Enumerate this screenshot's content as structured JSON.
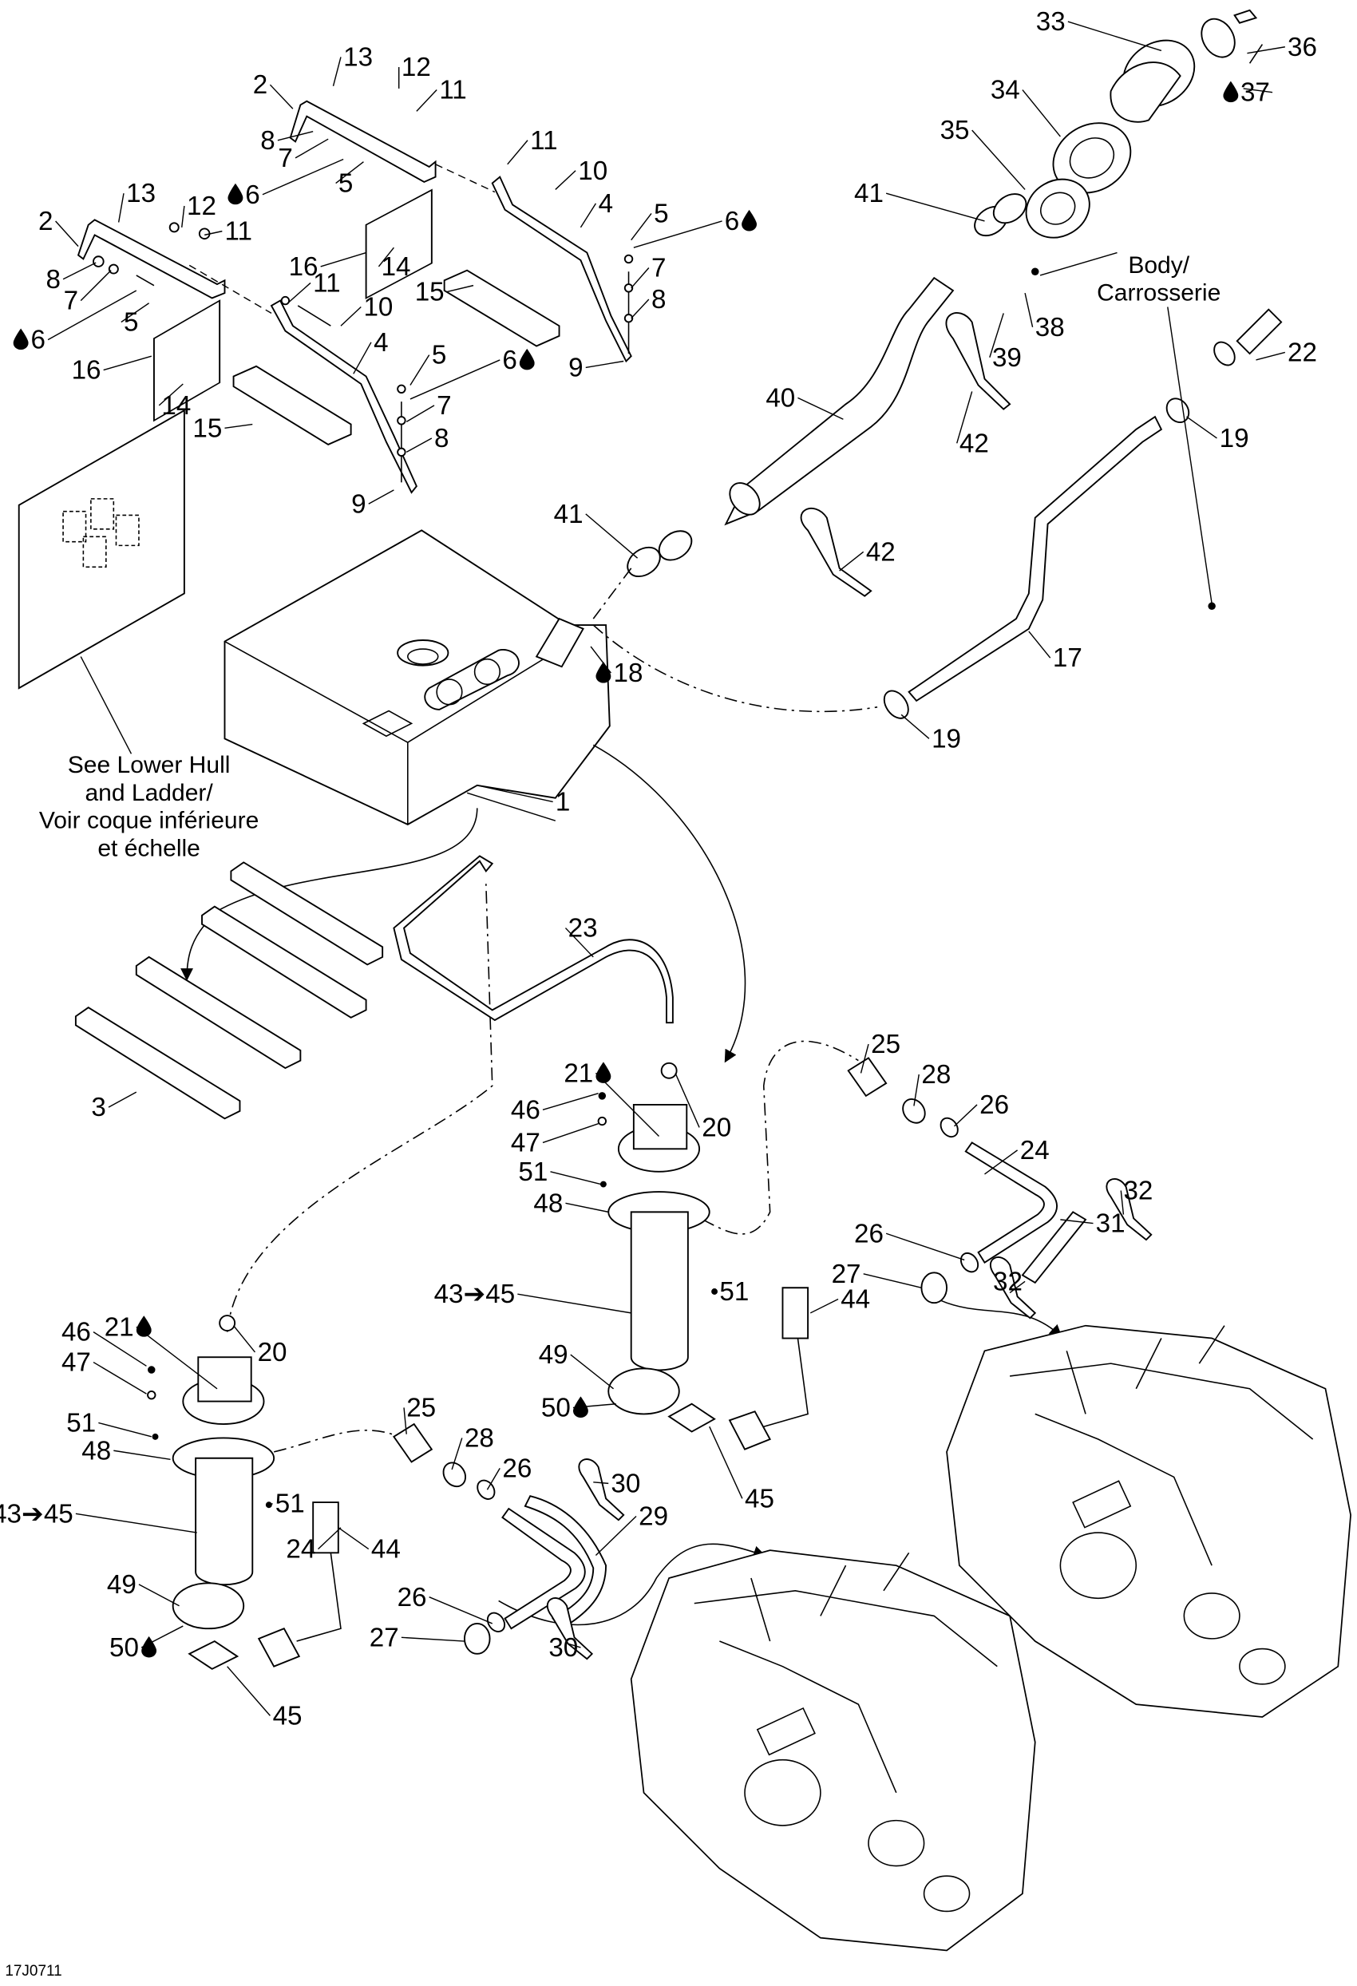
{
  "figure": {
    "title": "Fuel system exploded parts diagram",
    "figure_id": "17J0711",
    "drop_icon": "fluid-drop-icon",
    "arrow_glyph": "➔"
  },
  "notes": {
    "see_lower_hull": [
      "See Lower Hull",
      "and Ladder/",
      "Voir coque inférieure",
      "et échelle"
    ],
    "body": [
      "Body/",
      "Carrosserie"
    ]
  },
  "callouts": [
    {
      "id": "c1",
      "text": "1"
    },
    {
      "id": "c2a",
      "text": "2"
    },
    {
      "id": "c2b",
      "text": "2"
    },
    {
      "id": "c3",
      "text": "3"
    },
    {
      "id": "c4a",
      "text": "4"
    },
    {
      "id": "c4b",
      "text": "4"
    },
    {
      "id": "c5a",
      "text": "5"
    },
    {
      "id": "c5b",
      "text": "5"
    },
    {
      "id": "c5c",
      "text": "5"
    },
    {
      "id": "c5d",
      "text": "5"
    },
    {
      "id": "c6a",
      "text": "6",
      "drop": "left"
    },
    {
      "id": "c6b",
      "text": "6",
      "drop": "left"
    },
    {
      "id": "c6c",
      "text": "6",
      "drop": "right"
    },
    {
      "id": "c6d",
      "text": "6",
      "drop": "right"
    },
    {
      "id": "c7a",
      "text": "7"
    },
    {
      "id": "c7b",
      "text": "7"
    },
    {
      "id": "c7c",
      "text": "7"
    },
    {
      "id": "c7d",
      "text": "7"
    },
    {
      "id": "c8a",
      "text": "8"
    },
    {
      "id": "c8b",
      "text": "8"
    },
    {
      "id": "c8c",
      "text": "8"
    },
    {
      "id": "c8d",
      "text": "8"
    },
    {
      "id": "c9a",
      "text": "9"
    },
    {
      "id": "c9b",
      "text": "9"
    },
    {
      "id": "c10a",
      "text": "10"
    },
    {
      "id": "c10b",
      "text": "10"
    },
    {
      "id": "c11a",
      "text": "11"
    },
    {
      "id": "c11b",
      "text": "11"
    },
    {
      "id": "c11c",
      "text": "11"
    },
    {
      "id": "c11d",
      "text": "11"
    },
    {
      "id": "c12a",
      "text": "12"
    },
    {
      "id": "c12b",
      "text": "12"
    },
    {
      "id": "c13a",
      "text": "13"
    },
    {
      "id": "c13b",
      "text": "13"
    },
    {
      "id": "c14a",
      "text": "14"
    },
    {
      "id": "c14b",
      "text": "14"
    },
    {
      "id": "c15a",
      "text": "15"
    },
    {
      "id": "c15b",
      "text": "15"
    },
    {
      "id": "c16a",
      "text": "16"
    },
    {
      "id": "c16b",
      "text": "16"
    },
    {
      "id": "c17",
      "text": "17"
    },
    {
      "id": "c18",
      "text": "18",
      "drop": "left"
    },
    {
      "id": "c19a",
      "text": "19"
    },
    {
      "id": "c19b",
      "text": "19"
    },
    {
      "id": "c20a",
      "text": "20"
    },
    {
      "id": "c20b",
      "text": "20"
    },
    {
      "id": "c21a",
      "text": "21",
      "drop": "right"
    },
    {
      "id": "c21b",
      "text": "21",
      "drop": "right"
    },
    {
      "id": "c22",
      "text": "22"
    },
    {
      "id": "c23",
      "text": "23"
    },
    {
      "id": "c24a",
      "text": "24"
    },
    {
      "id": "c24b",
      "text": "24"
    },
    {
      "id": "c25a",
      "text": "25"
    },
    {
      "id": "c25b",
      "text": "25"
    },
    {
      "id": "c26a",
      "text": "26"
    },
    {
      "id": "c26b",
      "text": "26"
    },
    {
      "id": "c26c",
      "text": "26"
    },
    {
      "id": "c26d",
      "text": "26"
    },
    {
      "id": "c27a",
      "text": "27"
    },
    {
      "id": "c27b",
      "text": "27"
    },
    {
      "id": "c28a",
      "text": "28"
    },
    {
      "id": "c28b",
      "text": "28"
    },
    {
      "id": "c29",
      "text": "29"
    },
    {
      "id": "c30a",
      "text": "30"
    },
    {
      "id": "c30b",
      "text": "30"
    },
    {
      "id": "c31",
      "text": "31"
    },
    {
      "id": "c32a",
      "text": "32"
    },
    {
      "id": "c32b",
      "text": "32"
    },
    {
      "id": "c33",
      "text": "33"
    },
    {
      "id": "c34",
      "text": "34"
    },
    {
      "id": "c35",
      "text": "35"
    },
    {
      "id": "c36",
      "text": "36"
    },
    {
      "id": "c37",
      "text": "37",
      "drop": "left"
    },
    {
      "id": "c38",
      "text": "38"
    },
    {
      "id": "c39",
      "text": "39"
    },
    {
      "id": "c40",
      "text": "40"
    },
    {
      "id": "c41a",
      "text": "41"
    },
    {
      "id": "c41b",
      "text": "41"
    },
    {
      "id": "c42a",
      "text": "42"
    },
    {
      "id": "c42b",
      "text": "42"
    },
    {
      "id": "c43a",
      "text": "43➔45"
    },
    {
      "id": "c43b",
      "text": "43➔45"
    },
    {
      "id": "c44a",
      "text": "44"
    },
    {
      "id": "c44b",
      "text": "44"
    },
    {
      "id": "c45a",
      "text": "45"
    },
    {
      "id": "c45b",
      "text": "45"
    },
    {
      "id": "c46a",
      "text": "46"
    },
    {
      "id": "c46b",
      "text": "46"
    },
    {
      "id": "c47a",
      "text": "47"
    },
    {
      "id": "c47b",
      "text": "47"
    },
    {
      "id": "c48a",
      "text": "48"
    },
    {
      "id": "c48b",
      "text": "48"
    },
    {
      "id": "c49a",
      "text": "49"
    },
    {
      "id": "c49b",
      "text": "49"
    },
    {
      "id": "c50a",
      "text": "50",
      "drop": "right"
    },
    {
      "id": "c50b",
      "text": "50",
      "drop": "right"
    },
    {
      "id": "c51a",
      "text": "51"
    },
    {
      "id": "c51b",
      "text": "51"
    },
    {
      "id": "c51c",
      "text": "51"
    },
    {
      "id": "c51d",
      "text": "51"
    }
  ]
}
